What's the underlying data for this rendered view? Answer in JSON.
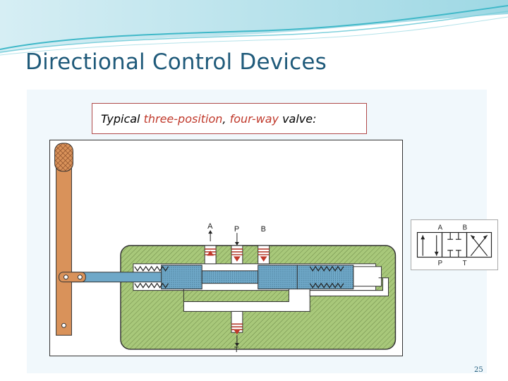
{
  "slide": {
    "title": "Directional Control Devices",
    "caption": {
      "part1": "Typical ",
      "part2": "three-position",
      "part3": ", ",
      "part4": "four-way",
      "part5": " valve:"
    },
    "page_number": "25"
  },
  "diagram": {
    "ports": {
      "a": "A",
      "p": "P",
      "b": "B",
      "t": "T"
    }
  },
  "symbol": {
    "ports": {
      "a": "A",
      "b": "B",
      "p": "P",
      "t": "T"
    }
  },
  "colors": {
    "title": "#1f5a7a",
    "caption_highlight": "#c0392b",
    "valve_body": "#a8c87a",
    "spool": "#6fa8c8",
    "lever": "#d9925a",
    "banner_teal": "#3fb8c8"
  }
}
